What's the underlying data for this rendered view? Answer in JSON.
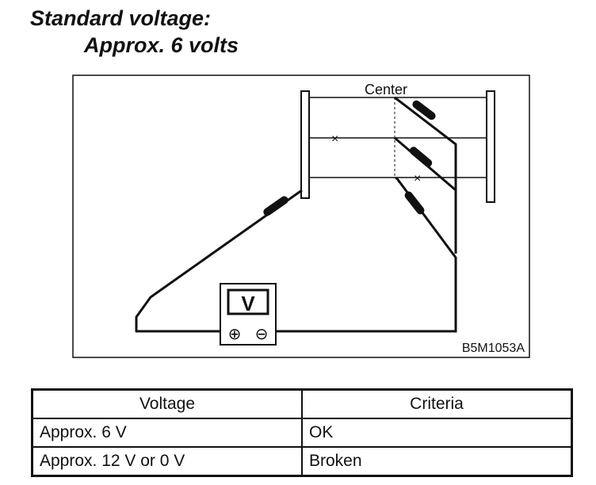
{
  "heading": {
    "line1": "Standard voltage:",
    "line2": "Approx. 6 volts"
  },
  "diagram": {
    "center_label": "Center",
    "meter_label": "V",
    "plus_symbol": "⊕",
    "minus_symbol": "⊖",
    "break_mark": "×",
    "figure_code": "B5M1053A"
  },
  "table": {
    "headers": [
      "Voltage",
      "Criteria"
    ],
    "rows": [
      [
        "Approx. 6 V",
        "OK"
      ],
      [
        "Approx. 12 V or 0 V",
        "Broken"
      ]
    ]
  }
}
